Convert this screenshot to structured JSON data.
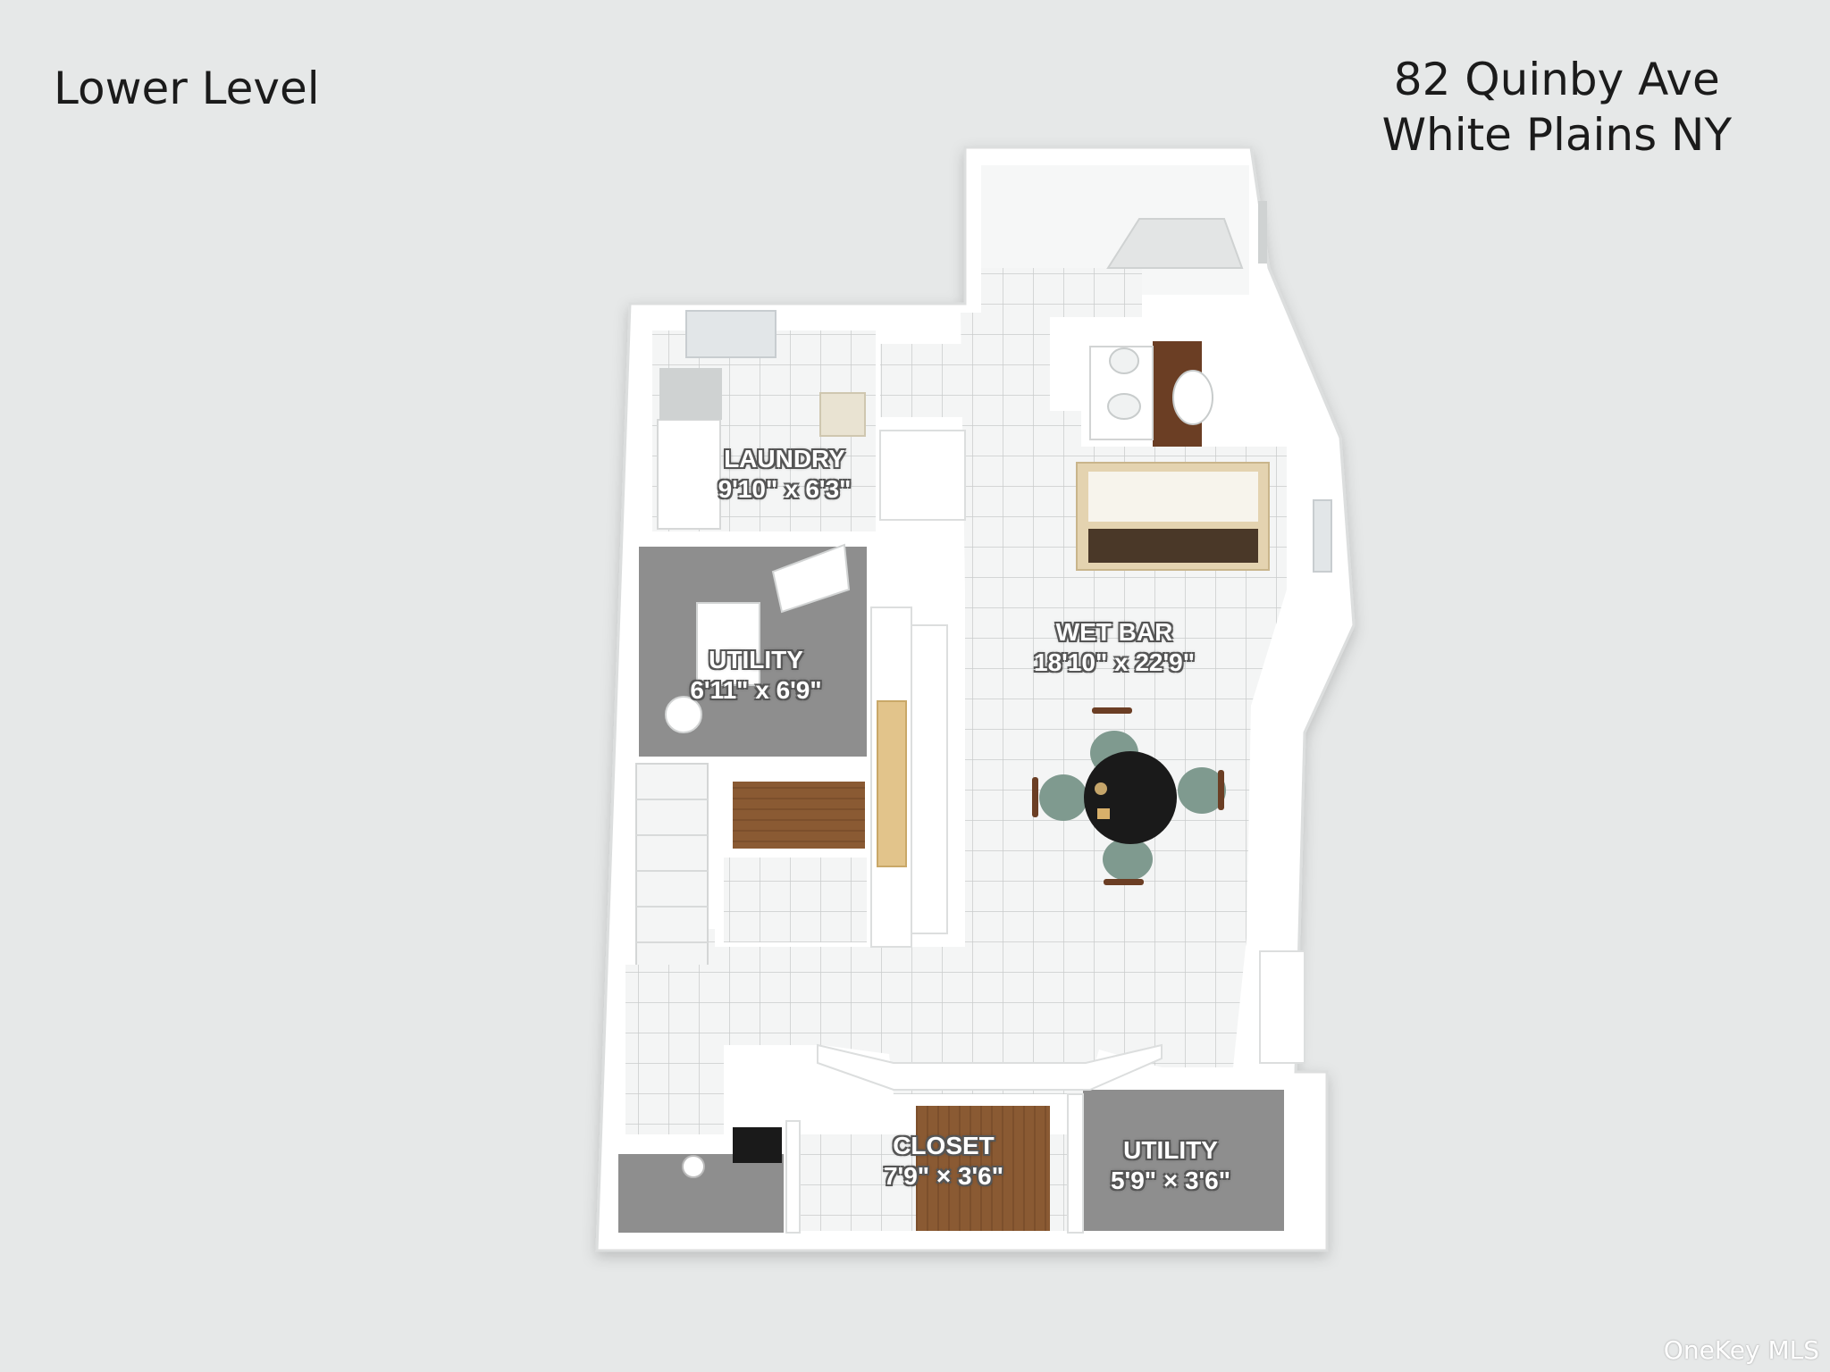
{
  "header": {
    "level": "Lower Level",
    "address_line1": "82 Quinby Ave",
    "address_line2": "White Plains NY"
  },
  "rooms": [
    {
      "name": "LAUNDRY",
      "dimensions": "9'10\" x 6'3\""
    },
    {
      "name": "UTILITY",
      "dimensions": "6'11\" x 6'9\""
    },
    {
      "name": "WET BAR",
      "dimensions": "18'10\" x 22'9\""
    },
    {
      "name": "CLOSET",
      "dimensions": "7'9\" × 3'6\""
    },
    {
      "name": "UTILITY",
      "dimensions": "5'9\" × 3'6\""
    }
  ],
  "watermark": "OneKey MLS",
  "colors": {
    "background": "#e6e8e8",
    "wall": "#ffffff",
    "tile_floor": "#f4f5f5",
    "concrete_floor": "#8e8e8e",
    "wood": "#8a5a33",
    "table": "#1a1a1a",
    "chair": "#7f9a8f"
  }
}
